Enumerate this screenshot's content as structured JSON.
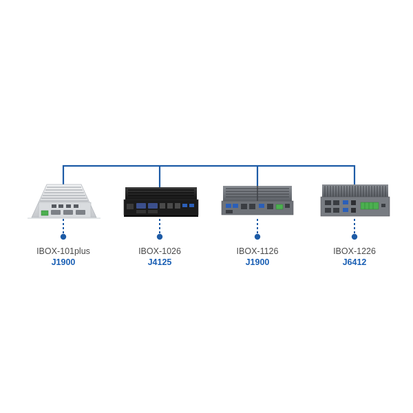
{
  "colors": {
    "connector": "#1d5ba6",
    "model_text": "#4a4a4a",
    "cpu_text": "#1a5fb4"
  },
  "products": [
    {
      "model": "IBOX-101plus",
      "cpu": "J1900",
      "finish": "silver"
    },
    {
      "model": "IBOX-1026",
      "cpu": "J4125",
      "finish": "black"
    },
    {
      "model": "IBOX-1126",
      "cpu": "J1900",
      "finish": "gray"
    },
    {
      "model": "IBOX-1226",
      "cpu": "J6412",
      "finish": "gray"
    }
  ]
}
